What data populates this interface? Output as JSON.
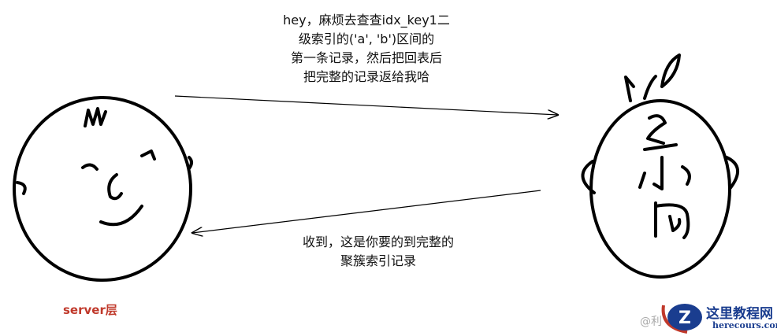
{
  "request_message": "hey，麻烦去查查idx_key1二\n级索引的('a', 'b')区间的\n第一条记录，然后把回表后\n把完整的记录返给我哈",
  "response_message": "收到，这是你要的到完整的\n聚簇索引记录",
  "server_label": "server层",
  "watermark": {
    "at": "@利",
    "title": "这里教程网",
    "url": "herecours.com"
  },
  "colors": {
    "server_label": "#c0392b",
    "watermark": "#1a3d8f",
    "stroke": "#000000"
  }
}
